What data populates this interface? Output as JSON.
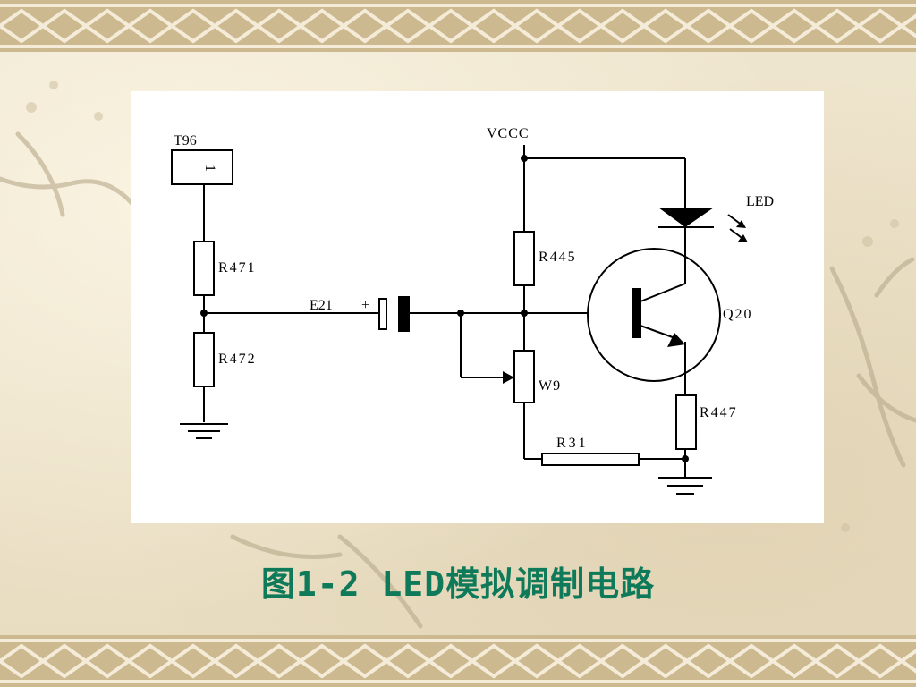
{
  "slide": {
    "caption": "图1-2 LED模拟调制电路",
    "caption_color": "#0e7a5a"
  },
  "circuit": {
    "labels": {
      "connector": "T96",
      "connector_pin": "1",
      "r471": "R471",
      "r472": "R472",
      "e21": "E21",
      "e21_plus": "+",
      "vccc": "VCCC",
      "r445": "R445",
      "w9": "W9",
      "r31": "R31",
      "led": "LED",
      "q20": "Q20",
      "r447": "R447"
    }
  }
}
